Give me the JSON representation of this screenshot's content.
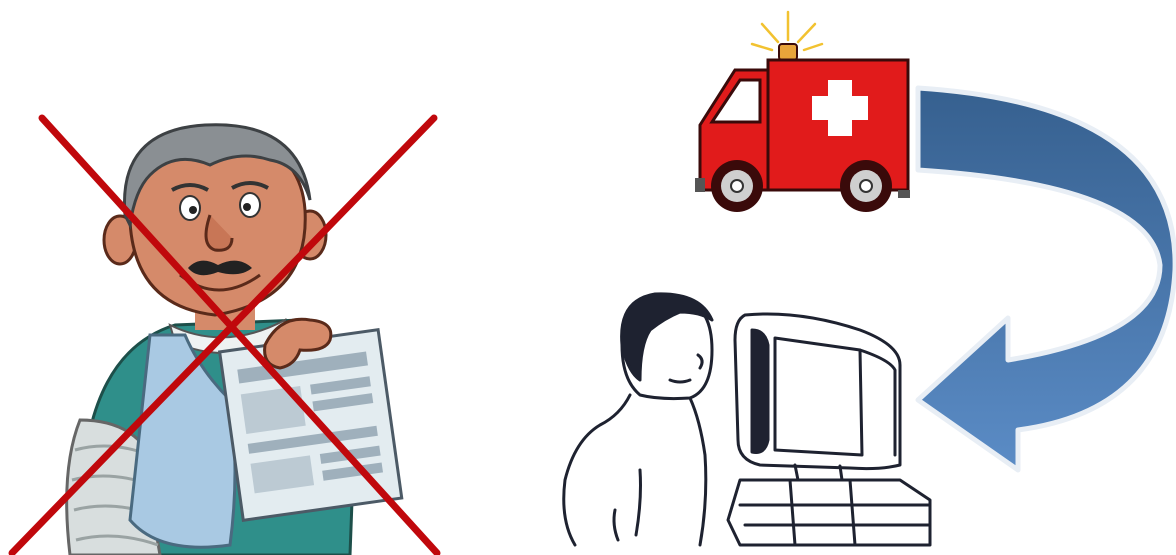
{
  "scene": {
    "illustrations": [
      {
        "name": "injured-patient-illustration",
        "icon": "injured-man-with-document-icon",
        "state": "crossed-out"
      },
      {
        "name": "ambulance-illustration",
        "icon": "ambulance-icon"
      },
      {
        "name": "computer-user-illustration",
        "icon": "person-at-computer-icon"
      },
      {
        "name": "curved-arrow",
        "icon": "curved-arrow-icon"
      }
    ]
  },
  "colors": {
    "cross": "#c0080c",
    "ambulance_body": "#e11b1b",
    "ambulance_outline": "#3a0a0a",
    "arrow_dark": "#36608f",
    "arrow_light": "#5b8cc6",
    "sweater": "#2f8f8a",
    "skin": "#d58a6a",
    "hair": "#8a8f93",
    "sling": "#a9c9e3",
    "paper": "#e3ecf0",
    "line_art": "#1e2230"
  }
}
